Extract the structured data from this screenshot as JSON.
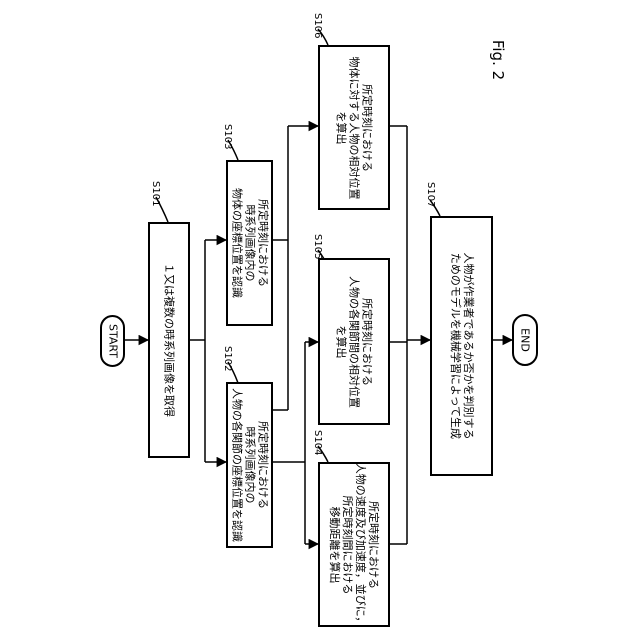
{
  "figure_label": "Fig. 2",
  "start": "START",
  "end": "END",
  "steps": {
    "s101": {
      "id": "S101",
      "lines": [
        "１又は複数の時系列画像を取得"
      ]
    },
    "s102": {
      "id": "S102",
      "lines": [
        "所定時刻における",
        "時系列画像内の",
        "人物の各関節の座標位置を認識"
      ]
    },
    "s103": {
      "id": "S103",
      "lines": [
        "所定時刻における",
        "時系列画像内の",
        "物体の座標位置を認識"
      ]
    },
    "s104": {
      "id": "S104",
      "lines": [
        "所定時刻における",
        "人物の速度及び加速度，並びに，",
        "所定時刻間における",
        "移動距離を算出"
      ]
    },
    "s105": {
      "id": "S105",
      "lines": [
        "所定時刻における",
        "人物の各関節間の相対位置",
        "を算出"
      ]
    },
    "s106": {
      "id": "S106",
      "lines": [
        "所定時刻における",
        "物体に対する人物の相対位置",
        "を算出"
      ]
    },
    "s107": {
      "id": "S107",
      "lines": [
        "人物が作業者であるか否かを判別する",
        "ためのモデルを機械学習によって生成"
      ]
    }
  }
}
